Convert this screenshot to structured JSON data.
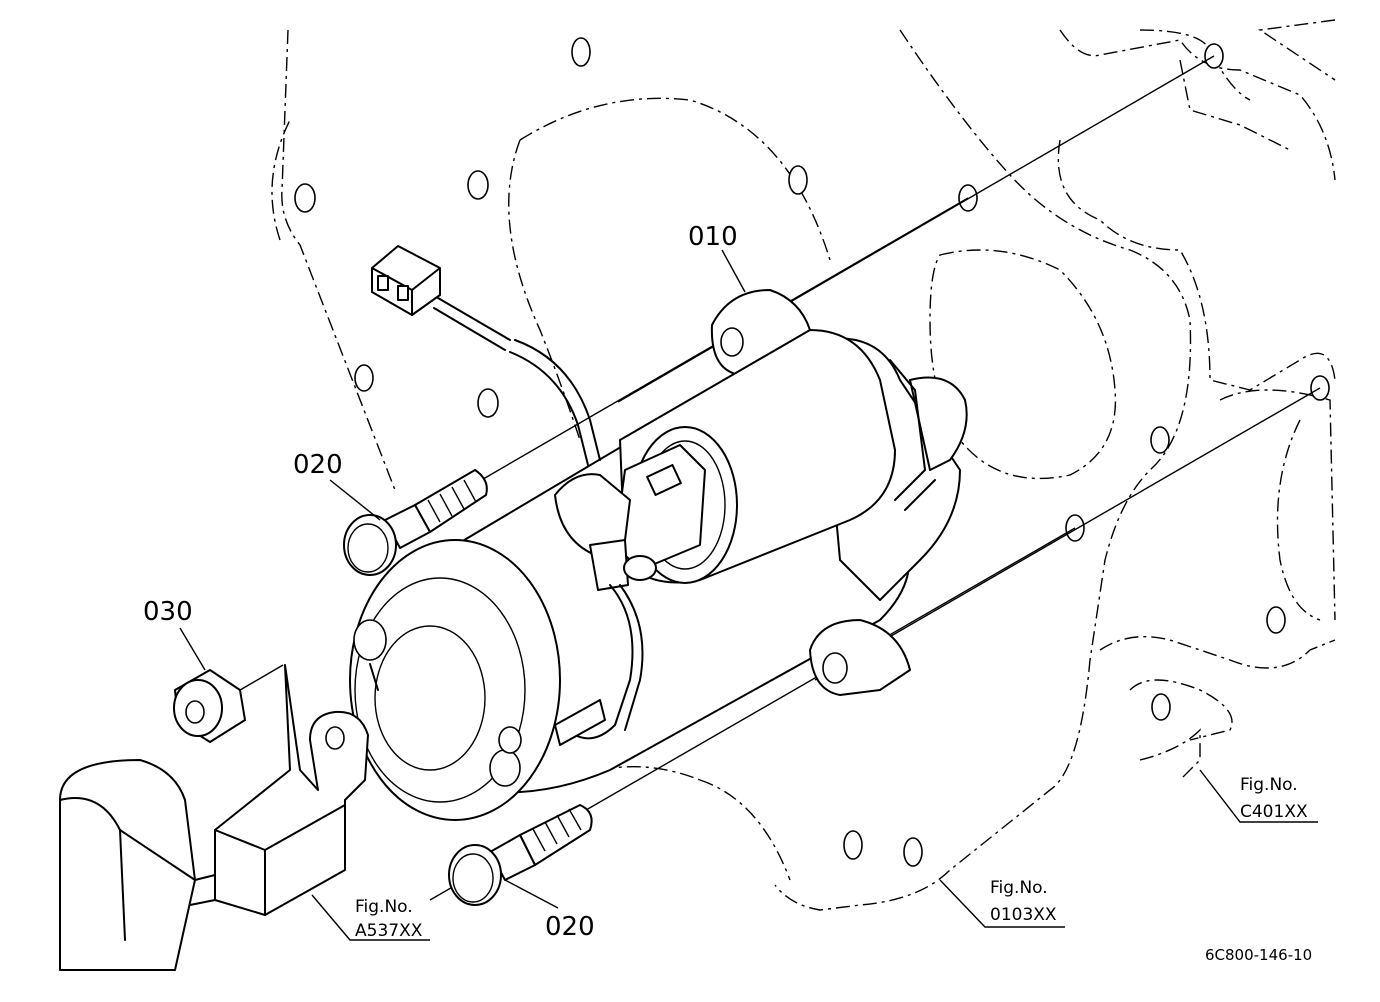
{
  "callouts": {
    "p010": "010",
    "p020_upper": "020",
    "p020_lower": "020",
    "p030": "030"
  },
  "figure_refs": {
    "a537": {
      "prefix": "Fig.No.",
      "code": "A537XX"
    },
    "f0103": {
      "prefix": "Fig.No.",
      "code": "0103XX"
    },
    "c401": {
      "prefix": "Fig.No.",
      "code": "C401XX"
    }
  },
  "drawing_number": "6C800-146-10"
}
